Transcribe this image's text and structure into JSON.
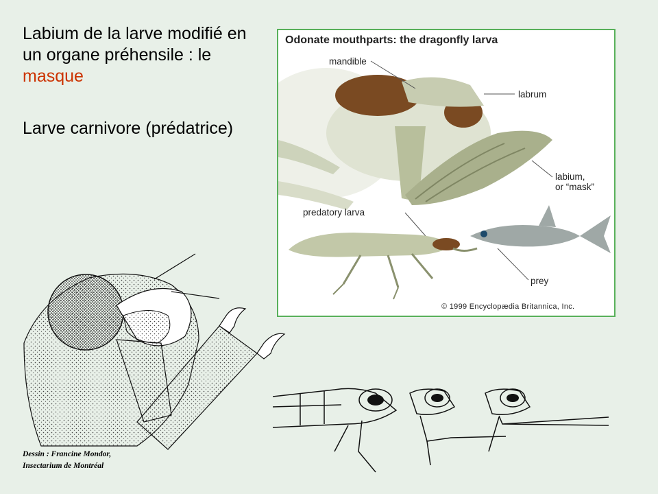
{
  "text": {
    "bullet1_main": "Labium de la larve modifié en un organe préhensile : le ",
    "bullet1_highlight": "masque",
    "bullet2": "Larve carnivore (prédatrice)"
  },
  "figure": {
    "title": "Odonate mouthparts: the dragonfly larva",
    "labels": {
      "mandible": "mandible",
      "labrum": "labrum",
      "labium": "labium,",
      "mask": "or “mask”",
      "predatory_larva": "predatory larva",
      "prey": "prey"
    },
    "copyright": "© 1999 Encyclopædia Britannica, Inc."
  },
  "credit": {
    "line1": "Dessin : Francine Mondor,",
    "line2": "Insectarium de Montréal"
  },
  "colors": {
    "background": "#e8f0e8",
    "accent": "#cc3300",
    "figure_border": "#58b05a"
  }
}
